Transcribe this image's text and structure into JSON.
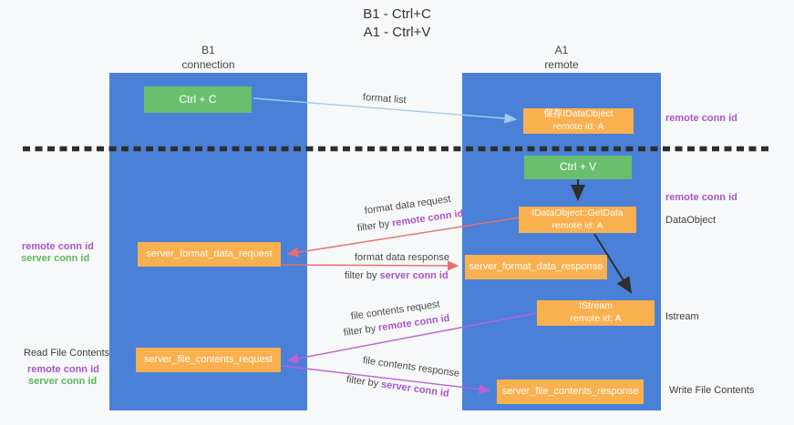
{
  "title": {
    "line1": "B1 - Ctrl+C",
    "line2": "A1 - Ctrl+V"
  },
  "columns": {
    "left": {
      "name": "B1",
      "subtitle": "connection"
    },
    "right": {
      "name": "A1",
      "subtitle": "remote"
    }
  },
  "nodes": {
    "ctrl_c": {
      "label": "Ctrl + C"
    },
    "ctrl_v": {
      "label": "Ctrl + V"
    },
    "save_dataobject": {
      "line1": "保存IDataObject",
      "line2": "remote id: A"
    },
    "getdata": {
      "line1": "IDataObject::GetData",
      "line2": "remote id: A"
    },
    "istream": {
      "line1": "IStream",
      "line2": "remote id: A"
    },
    "format_request": {
      "label": "server_format_data_request"
    },
    "format_response": {
      "label": "server_format_data_response"
    },
    "file_request": {
      "label": "server_file_contents_request"
    },
    "file_response": {
      "label": "server_file_contents_response"
    }
  },
  "flow_labels": {
    "format_list": "format list",
    "format_data_request": {
      "text": "format data request",
      "filter_prefix": "filter by ",
      "filter_id": "remote conn id"
    },
    "format_data_response": {
      "text": "format data response",
      "filter_prefix": "filter by ",
      "filter_id": "server conn id"
    },
    "file_contents_request": {
      "text": "file contents request",
      "filter_prefix": "filter by ",
      "filter_id": "remote conn id"
    },
    "file_contents_response": {
      "text": "file contents response",
      "filter_prefix": "filter by ",
      "filter_id": "server conn id"
    }
  },
  "side_labels": {
    "right_remote_conn_top": "remote conn id",
    "right_remote_conn_mid": "remote conn id",
    "right_dataobject": "DataObject",
    "right_istream": "Istream",
    "right_write_file": "Write File Contents",
    "left_remote_conn_top": "remote conn id",
    "left_server_conn_top": "server conn id",
    "left_read_file": "Read File Contents",
    "left_remote_conn_bottom": "remote conn id",
    "left_server_conn_bottom": "server conn id"
  },
  "colors": {
    "lifeline_blue": "#4a80d8",
    "node_orange": "#f9b04e",
    "node_green": "#6abf6e",
    "purple_id_text": "#a855c8",
    "green_id_text": "#5cb85c",
    "arrow_red": "#e8706e",
    "arrow_magenta": "#bb62d6",
    "arrow_lightblue": "#9ecdef",
    "arrow_black": "#2e2e2e",
    "background": "#f7f8f9"
  }
}
